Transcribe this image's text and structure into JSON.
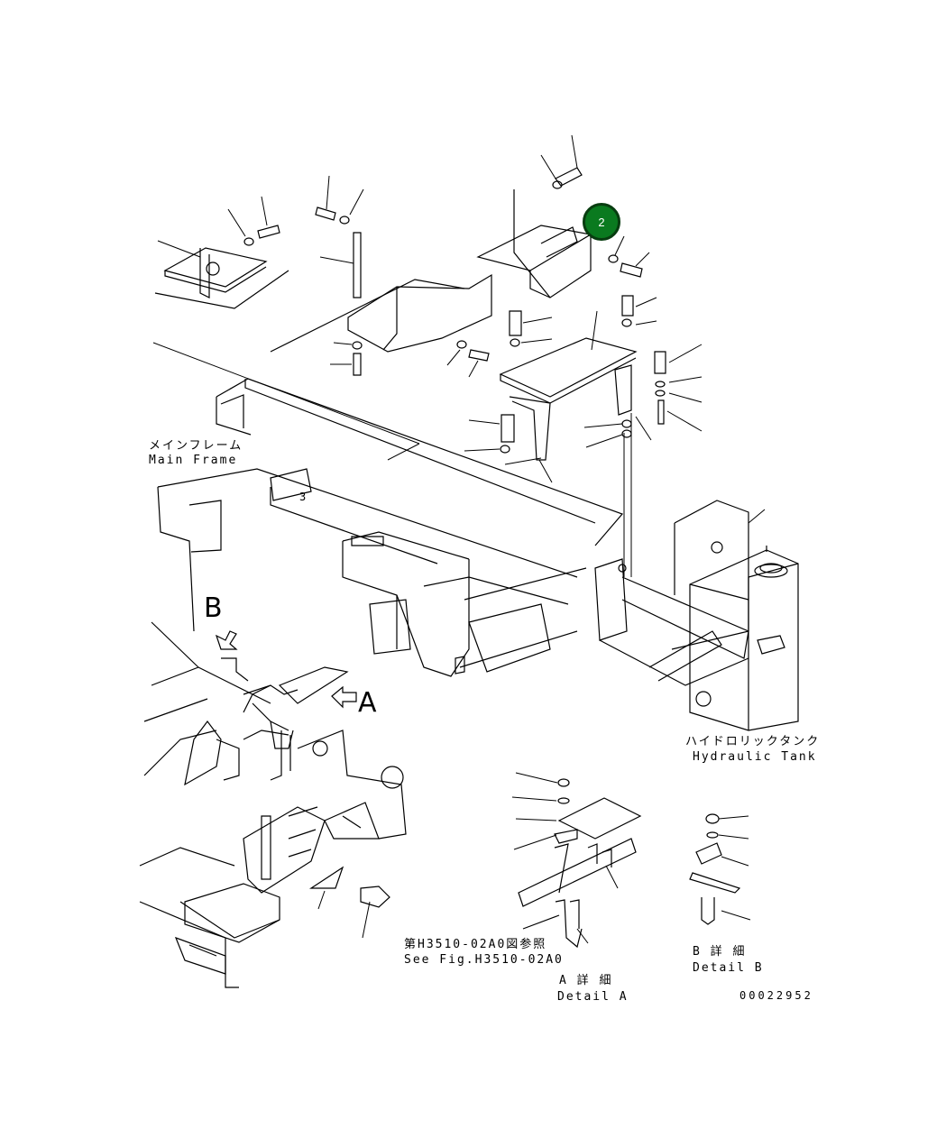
{
  "labels": {
    "main_frame_jp": "メインフレーム",
    "main_frame_en": "Main Frame",
    "hydraulic_tank_jp": "ハイドロリックタンク",
    "hydraulic_tank_en": "Hydraulic Tank",
    "see_fig_jp": "第H3510-02A0図参照",
    "see_fig_en": "See Fig.H3510-02A0",
    "detail_a_jp": "A 詳 細",
    "detail_a_en": "Detail A",
    "detail_b_jp": "B 詳 細",
    "detail_b_en": "Detail B",
    "drawing_number": "00022952",
    "view_letter_a": "A",
    "view_letter_b": "B",
    "frame_mark": "3"
  },
  "callouts": [
    {
      "number": "2",
      "color": "#0a7a1f"
    }
  ]
}
